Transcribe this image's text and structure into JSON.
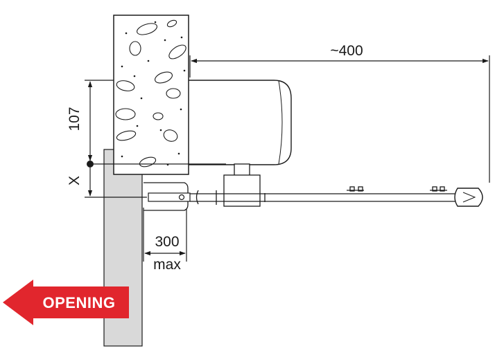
{
  "dimensions": {
    "arm_length": "~400",
    "height": "107",
    "offset": "X",
    "max_value": "300",
    "max_label": "max"
  },
  "direction_label": "OPENING",
  "colors": {
    "line": "#1a1a1a",
    "gate_fill": "#d9d9d9",
    "arrow_fill": "#e1262d",
    "arrow_text": "#ffffff"
  }
}
